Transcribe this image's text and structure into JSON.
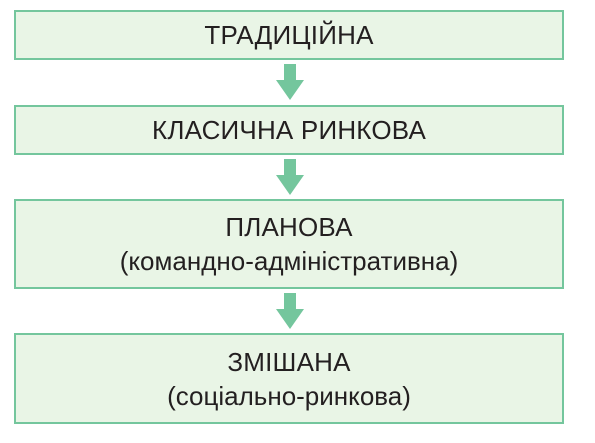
{
  "boxes": [
    {
      "title": "ТРАДИЦІЙНА",
      "subtitle": ""
    },
    {
      "title": "КЛАСИЧНА РИНКОВА",
      "subtitle": ""
    },
    {
      "title": "ПЛАНОВА",
      "subtitle": "(командно-адміністративна)"
    },
    {
      "title": "ЗМІШАНА",
      "subtitle": "(соціально-ринкова)"
    }
  ],
  "colors": {
    "box_fill": "#e9f5e6",
    "box_border": "#74c69d",
    "arrow": "#74c69d",
    "text": "#231f20"
  },
  "icons": {
    "connector": "arrow-down-icon"
  }
}
